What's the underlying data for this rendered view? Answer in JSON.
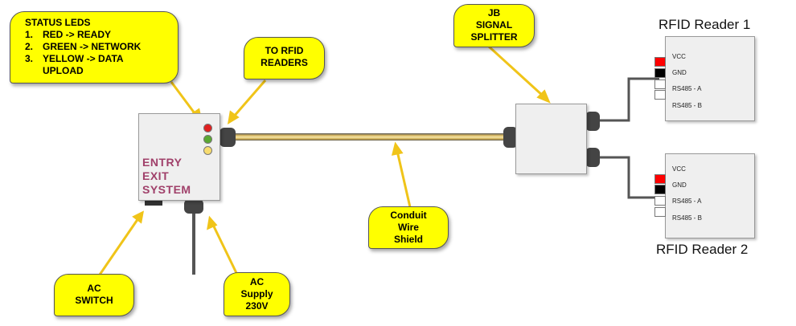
{
  "status_callout": {
    "title": "STATUS LEDS",
    "items": [
      "RED -> READY",
      "GREEN -> NETWORK",
      "YELLOW -> DATA UPLOAD"
    ],
    "numbers": [
      "1.",
      "2.",
      "3."
    ]
  },
  "to_rfid_callout": {
    "line1": "TO RFID",
    "line2": "READERS"
  },
  "jb_callout": {
    "line1": "JB",
    "line2": "SIGNAL",
    "line3": "SPLITTER"
  },
  "conduit_callout": {
    "line1": "Conduit",
    "line2": "Wire",
    "line3": "Shield"
  },
  "ac_switch_callout": {
    "line1": "AC",
    "line2": "SWITCH"
  },
  "ac_supply_callout": {
    "line1": "AC",
    "line2": "Supply",
    "line3": "230V"
  },
  "system_box": {
    "line1": "ENTRY",
    "line2": "EXIT",
    "line3": "SYSTEM"
  },
  "reader1": {
    "title": "RFID Reader 1",
    "pins": [
      "VCC",
      "GND",
      "RS485 - A",
      "RS485 - B"
    ]
  },
  "reader2": {
    "title": "RFID Reader 2",
    "pins": [
      "VCC",
      "GND",
      "RS485 - A",
      "RS485 - B"
    ]
  },
  "colors": {
    "callout": "#ffff00",
    "arrow": "#f0c419",
    "led_red": "#e02020",
    "led_green": "#5aa832",
    "led_yellow": "#f7dc6f",
    "vcc_pin": "#ff0000",
    "gnd_pin": "#000000",
    "text_system": "#a0406a"
  }
}
